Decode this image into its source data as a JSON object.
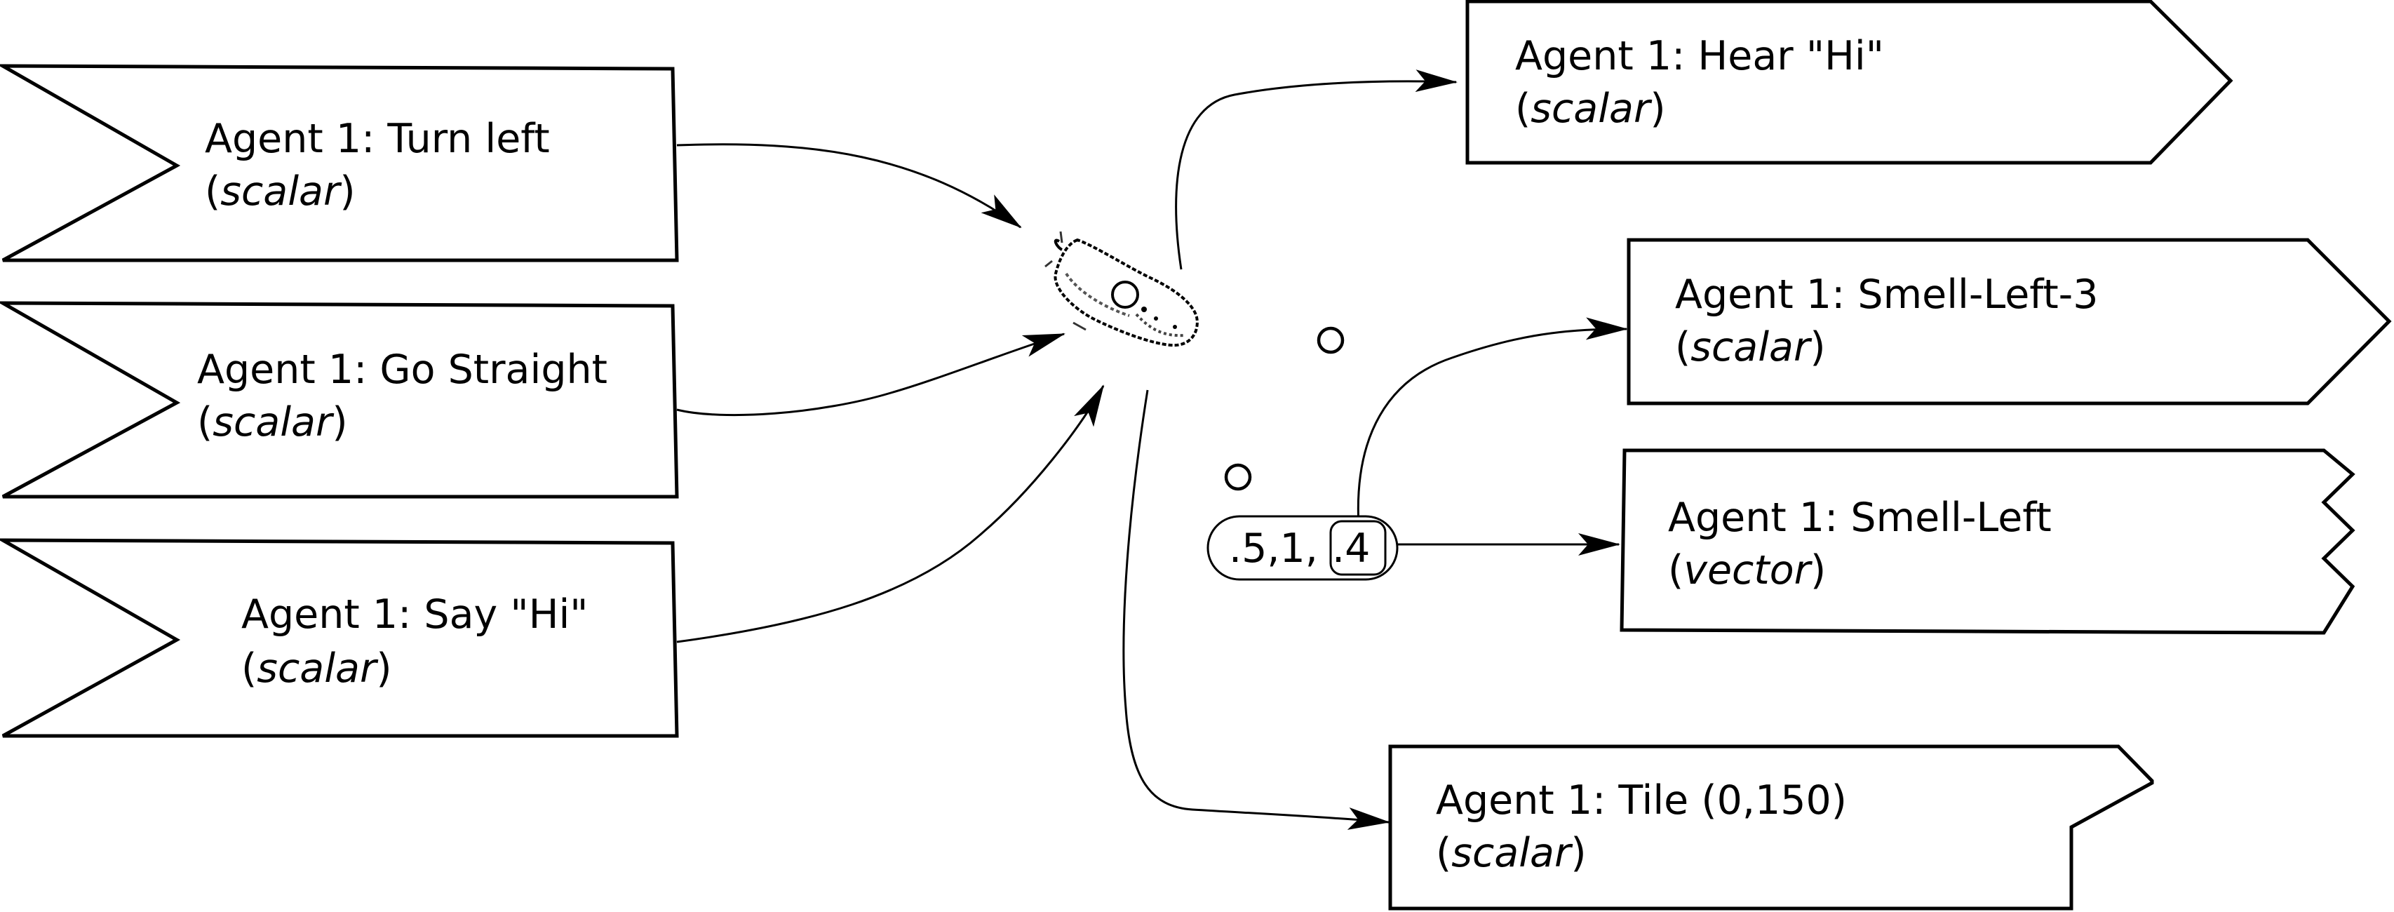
{
  "inputs": [
    {
      "agent": "Agent 1: Turn left",
      "type": "scalar"
    },
    {
      "agent": "Agent 1: Go Straight",
      "type": "scalar"
    },
    {
      "agent": "Agent 1: Say \"Hi\"",
      "type": "scalar"
    }
  ],
  "outputs": [
    {
      "agent": "Agent 1: Hear \"Hi\"",
      "type": "scalar"
    },
    {
      "agent": "Agent 1: Smell-Left-3",
      "type": "scalar"
    },
    {
      "agent": "Agent 1: Smell-Left",
      "type": "vector"
    },
    {
      "agent": "Agent 1: Tile (0,150)",
      "type": "scalar"
    }
  ],
  "vector_values": {
    "prefix": ".5,1,",
    "highlighted": ".4"
  },
  "agent_sprite": "mouse-icon",
  "colors": {
    "stroke": "#000000",
    "fill": "#ffffff"
  }
}
